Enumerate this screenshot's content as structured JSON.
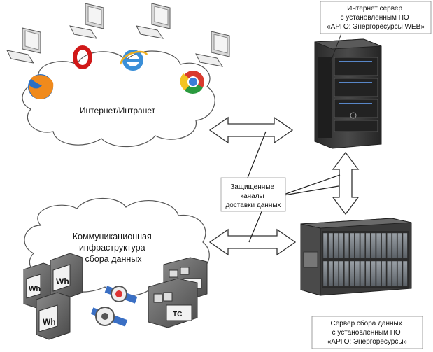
{
  "internet_cloud": {
    "label": "Интернет/Интранет"
  },
  "comm_cloud": {
    "lines": [
      "Коммуникационная",
      "инфраструктура",
      "сбора данных"
    ]
  },
  "channels": {
    "lines": [
      "Защищенные",
      "каналы",
      "доставки данных"
    ]
  },
  "web_server": {
    "lines": [
      "Интернет сервер",
      "с установленным ПО",
      "«АРГО: Энергоресурсы WEB»"
    ]
  },
  "collect_server": {
    "lines": [
      "Сервер сбора данных",
      "с установленным ПО",
      "«АРГО: Энергоресурсы»"
    ]
  },
  "meters": {
    "wh_label": "Wh",
    "tc_label": "ТС"
  },
  "colors": {
    "arrow_fill": "#ffffff",
    "arrow_stroke": "#333333",
    "server_body": "#3a3a3a",
    "cloud_stroke": "#555555"
  }
}
